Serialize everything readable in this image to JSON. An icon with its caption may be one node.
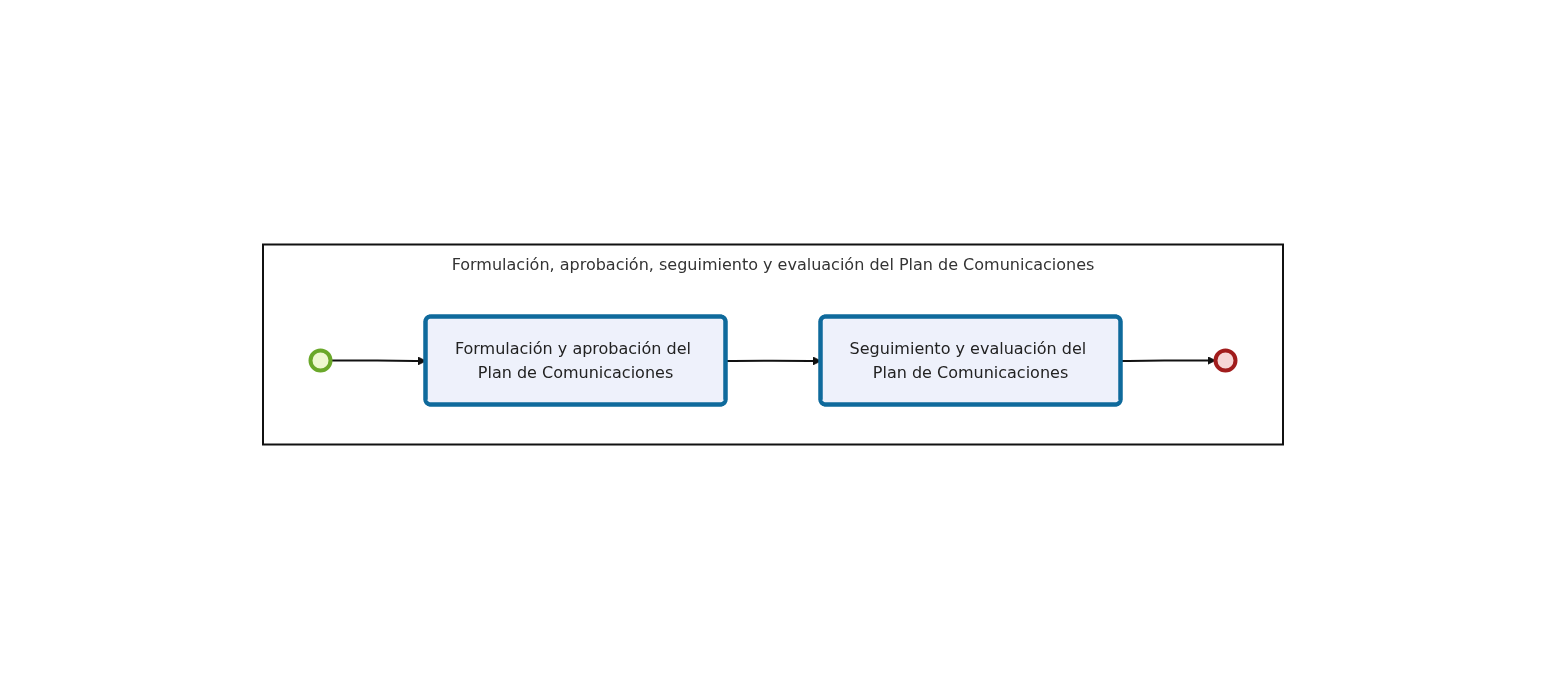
{
  "diagram": {
    "nodes": [
      {
        "text": [
          "Formulación, aprobación, seguimiento y evaluación del Plan de Comunicaciones"
        ]
      },
      {
        "text": [],
        "shape": "circle",
        "in": 0
      },
      {
        "text": [
          "Formulación y aprobación del Plan de Comunicaciones"
        ],
        "in": 0
      },
      {
        "text": [
          "Seguimiento y evaluación del Plan de Comunicaciones"
        ],
        "in": 0
      },
      {
        "text": [],
        "shape": "circle",
        "in": 0
      }
    ],
    "edges": [
      {
        "from": 1,
        "to": 2,
        "arrow": "to"
      },
      {
        "from": 2,
        "to": 3,
        "arrow": "to"
      },
      {
        "from": 3,
        "to": 4,
        "arrow": "to"
      }
    ]
  }
}
